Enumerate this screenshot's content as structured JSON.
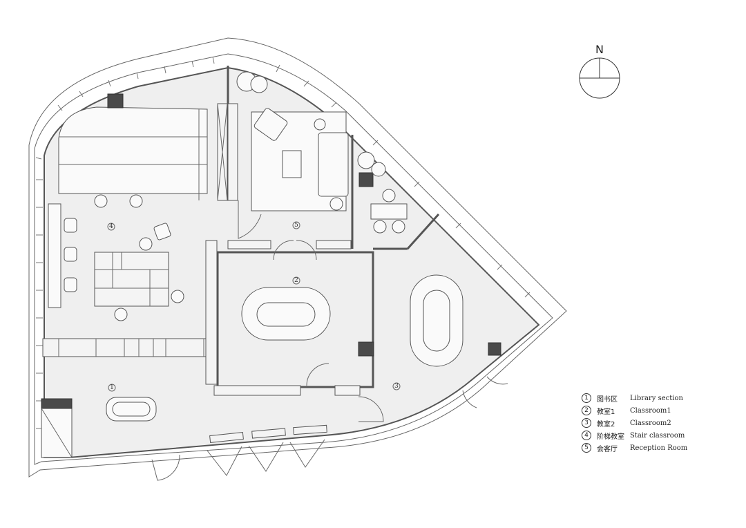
{
  "north": {
    "label": "N"
  },
  "room_markers": [
    "1",
    "2",
    "3",
    "4",
    "5"
  ],
  "legend": [
    {
      "num": "1",
      "cn": "图书区",
      "en": "Library section"
    },
    {
      "num": "2",
      "cn": "教室1",
      "en": "Classroom1"
    },
    {
      "num": "3",
      "cn": "教室2",
      "en": "Classroom2"
    },
    {
      "num": "4",
      "cn": "阶梯教室",
      "en": "Stair classroom"
    },
    {
      "num": "5",
      "cn": "会客厅",
      "en": "Reception Room"
    }
  ]
}
